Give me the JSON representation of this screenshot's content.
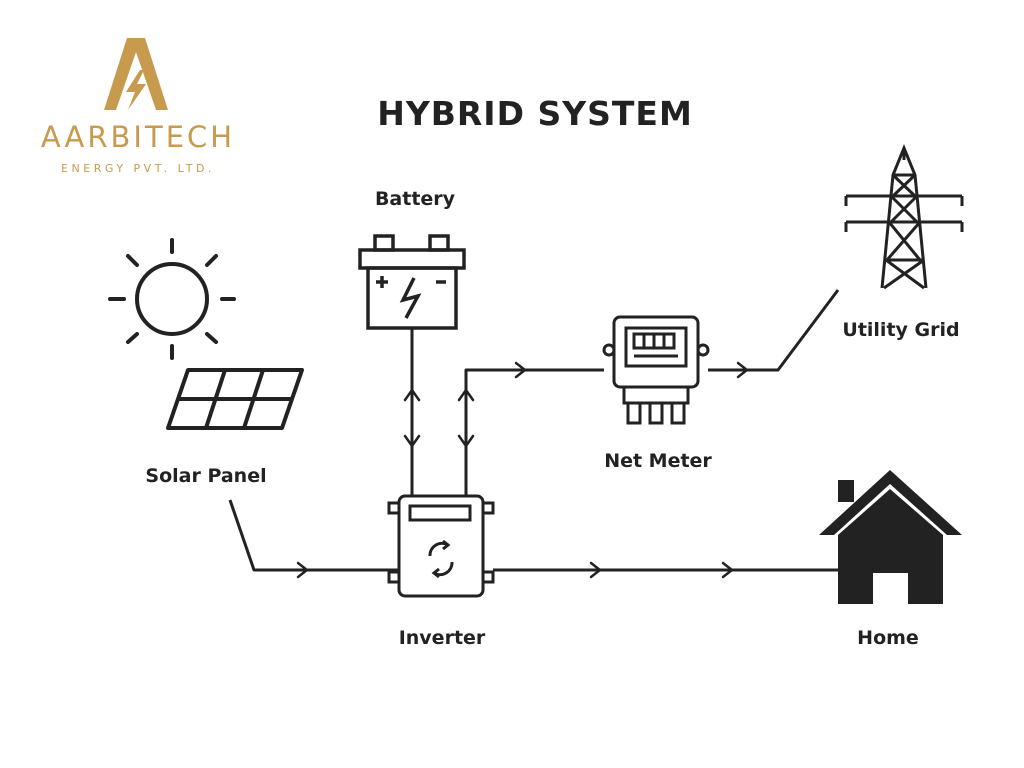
{
  "logo": {
    "name": "AARBITECH",
    "subtitle": "ENERGY PVT. LTD.",
    "color": "#c79a4e"
  },
  "title": "HYBRID SYSTEM",
  "components": {
    "battery": "Battery",
    "solar_panel": "Solar Panel",
    "net_meter": "Net Meter",
    "utility_grid": "Utility Grid",
    "inverter": "Inverter",
    "home": "Home"
  },
  "connections": [
    {
      "from": "Solar Panel",
      "to": "Inverter"
    },
    {
      "from": "Battery",
      "to": "Inverter",
      "bidirectional": true
    },
    {
      "from": "Inverter",
      "to": "Net Meter",
      "bidirectional": true
    },
    {
      "from": "Net Meter",
      "to": "Utility Grid"
    },
    {
      "from": "Inverter",
      "to": "Home"
    }
  ],
  "icons": [
    "logo-a-icon",
    "sun-icon",
    "solar-panel-icon",
    "battery-icon",
    "net-meter-icon",
    "transmission-tower-icon",
    "inverter-icon",
    "house-icon"
  ],
  "colors": {
    "line": "#222222",
    "accent": "#c79a4e"
  }
}
